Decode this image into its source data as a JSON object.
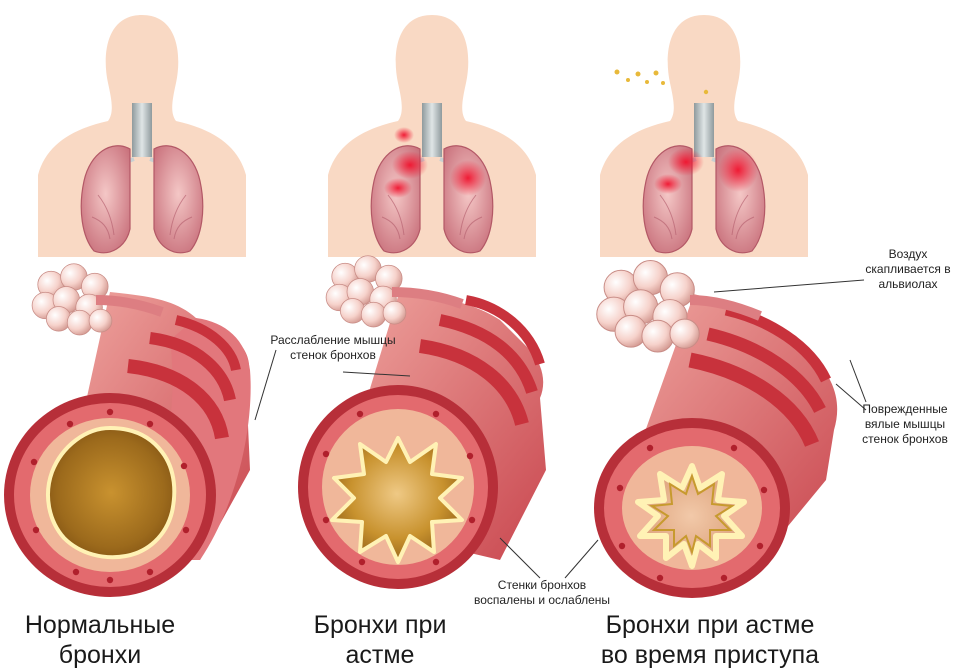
{
  "panels": [
    {
      "caption": "Нормальные\nбронхи",
      "state": "normal"
    },
    {
      "caption": "Бронхи при\nастме",
      "state": "asthma"
    },
    {
      "caption": "Бронхи при астме\nво время приступа",
      "state": "attack"
    }
  ],
  "callouts": {
    "relaxation": "Расслабление мышцы\nстенок бронхов",
    "air_trapped": "Воздух\nскапливается в\nальвиолах",
    "damaged_muscles": "Поврежденные\nвялые мышцы\nстенок бронхов",
    "inflamed_walls": "Стенки бронхов\nвоспалены и ослаблены"
  },
  "colors": {
    "skin": "#f9d9c4",
    "lung": "#e8a0a4",
    "inflammation": "#e8283a",
    "bronchus_wall": "#d9535a",
    "bronchus_ring": "#c8323c",
    "lumen": "#b5812a",
    "mucus": "#fff0b0",
    "alveoli": "#f3c6bf"
  }
}
